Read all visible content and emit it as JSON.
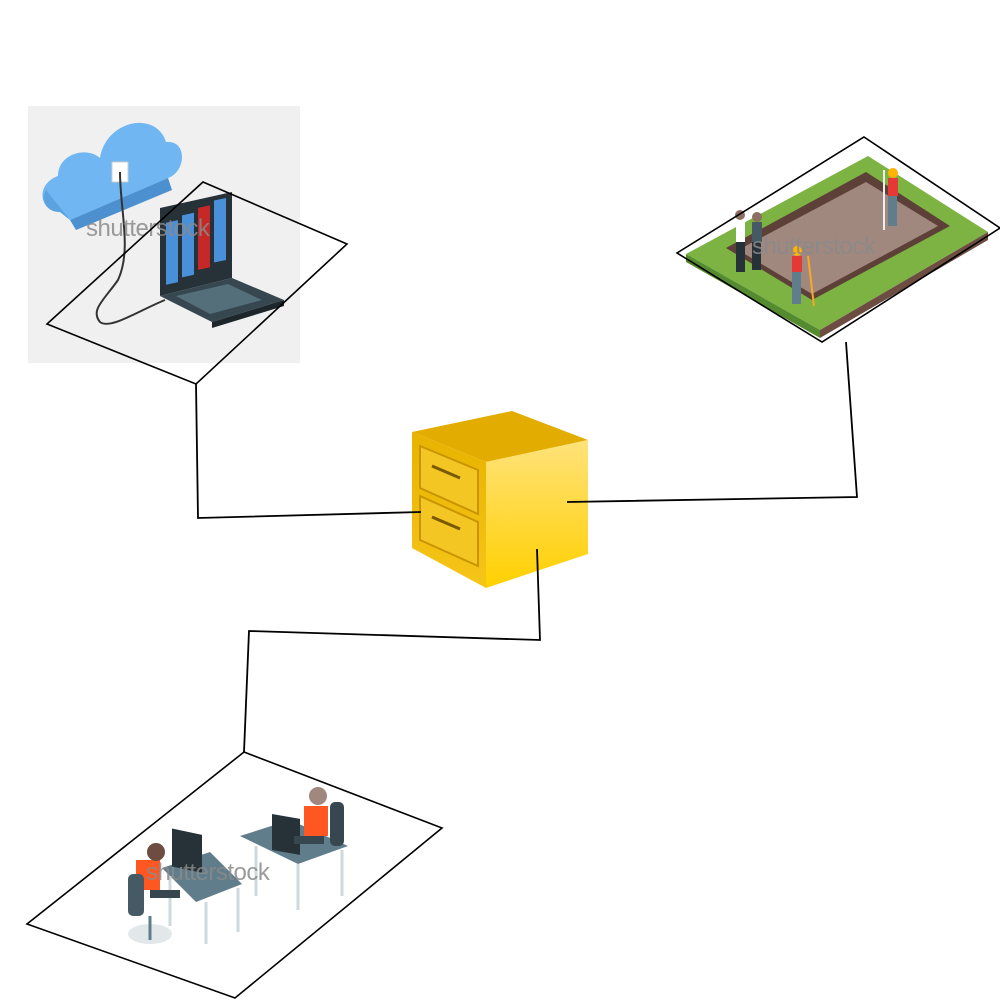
{
  "watermarks": {
    "cloud": "shutterstock",
    "site": "shutterstock",
    "office": "shutterstock"
  },
  "colors": {
    "line": "#000000",
    "cabinet_front": "#f0c419",
    "cabinet_side": "#ffd94a",
    "cabinet_top": "#e6b800",
    "cloud": "#74b9f5",
    "grass": "#7cb342",
    "dirt": "#a1887f",
    "worker_shirt": "#ff5722",
    "panel_bg": "#f0f0f0"
  },
  "icons": [
    "cloud-laptop-illustration",
    "construction-site-illustration",
    "filing-cabinet-icon",
    "office-workers-illustration"
  ]
}
